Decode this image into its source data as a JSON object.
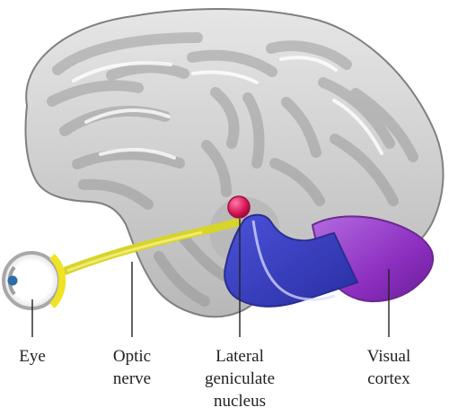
{
  "diagram": {
    "labels": {
      "eye": "Eye",
      "optic_nerve_line1": "Optic",
      "optic_nerve_line2": "nerve",
      "lgn_line1": "Lateral",
      "lgn_line2": "geniculate",
      "lgn_line3": "nucleus",
      "visual_cortex_line1": "Visual",
      "visual_cortex_line2": "cortex"
    },
    "colors": {
      "brain_fill": "#c9c9c9",
      "brain_fold": "#8d8d8d",
      "optic_nerve": "#d7d42a",
      "eye_iris": "#f0e322",
      "lgn": "#e0195a",
      "pathway": "#2f36b8",
      "visual_cortex": "#8d2fc1"
    }
  }
}
